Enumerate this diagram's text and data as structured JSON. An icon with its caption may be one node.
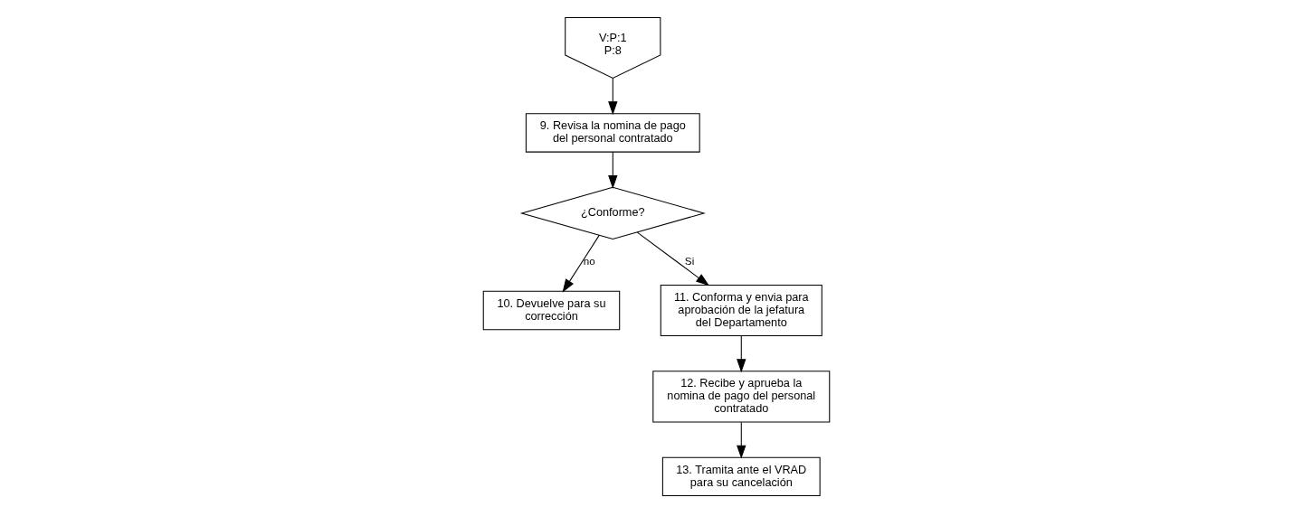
{
  "diagram": {
    "nodes": [
      {
        "text": [
          "V:P:1",
          "P:8"
        ]
      },
      {
        "text": [
          "9. Revisa la nomina de pago del personal contratado"
        ]
      },
      {
        "text": [
          "¿Conforme?"
        ]
      },
      {
        "text": [
          "10. Devuelve para su corrección"
        ]
      },
      {
        "text": [
          "11. Conforma y envia para aprobación de la jefatura del Departamento"
        ]
      },
      {
        "text": [
          "12. Recibe y aprueba la nomina de pago del personal contratado"
        ]
      },
      {
        "text": [
          "13. Tramita ante el VRAD para su cancelación"
        ]
      }
    ],
    "edges": [
      {
        "from": 0,
        "to": 1,
        "arrow": "to"
      },
      {
        "from": 1,
        "to": 2,
        "arrow": "to"
      },
      {
        "from": 2,
        "to": 3,
        "arrow": "to",
        "label": "no"
      },
      {
        "from": 2,
        "to": 4,
        "arrow": "to",
        "label": "Si"
      },
      {
        "from": 4,
        "to": 5,
        "arrow": "to"
      },
      {
        "from": 5,
        "to": 6,
        "arrow": "to"
      }
    ]
  }
}
